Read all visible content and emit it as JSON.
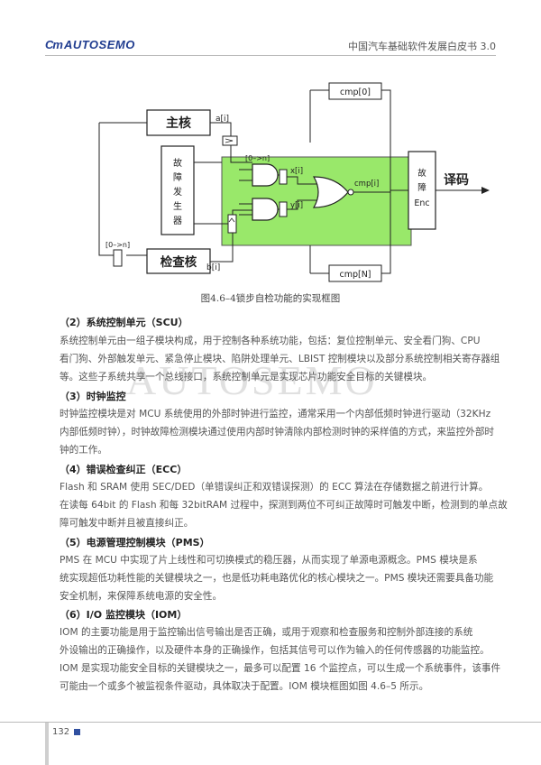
{
  "header": {
    "logo_mark": "Cm",
    "logo_text": "AUTOSEMO",
    "title": "中国汽车基础软件发展白皮书 3.0"
  },
  "figure": {
    "caption": "图4.6–4锁步自检功能的实现框图",
    "main_core": "主核",
    "check_core": "检查核",
    "fault_gen": [
      "故",
      "障",
      "发",
      "生",
      "器"
    ],
    "decoder_box": [
      "故",
      "障",
      "Enc"
    ],
    "decoder_label": "译码",
    "cmp0": "cmp[0]",
    "cmpN": "cmp[N]",
    "cmpi": "cmp[i]",
    "ai": "a[i]",
    "bi": "b[i]",
    "xi": "x[i]",
    "yi": "y[i]",
    "range1": "[0–>n]",
    "range2": "[0–>n]",
    "highlight_color": "#99e86a"
  },
  "watermark": "AUTOSEMO",
  "sections": [
    {
      "heading": "（2）系统控制单元（SCU）",
      "lines": [
        "系统控制单元由一组子模块构成，用于控制各种系统功能，包括：复位控制单元、安全看门狗、CPU",
        "看门狗、外部触发单元、紧急停止模块、陷阱处理单元、LBIST 控制模块以及部分系统控制相关寄存器组",
        "等。这些子系统共享一个总线接口，系统控制单元是实现芯片功能安全目标的关键模块。"
      ]
    },
    {
      "heading": "（3）时钟监控",
      "lines": [
        "时钟监控模块是对 MCU 系统使用的外部时钟进行监控，通常采用一个内部低频时钟进行驱动（32KHz",
        "内部低频时钟），时钟故障检测模块通过使用内部时钟清除内部检测时钟的采样值的方式，来监控外部时",
        "钟的工作。"
      ]
    },
    {
      "heading": "（4）错误检查纠正（ECC）",
      "lines": [
        "Flash 和 SRAM 使用 SEC/DED（单错误纠正和双错误探测）的 ECC 算法在存储数据之前进行计算。",
        "在读每 64bit 的 Flash 和每 32bitRAM 过程中，探测到两位不可纠正故障时可触发中断，检测到的单点故",
        "障可触发中断并且被直接纠正。"
      ]
    },
    {
      "heading": "（5）电源管理控制模块（PMS）",
      "lines": [
        "PMS 在 MCU 中实现了片上线性和可切换模式的稳压器，从而实现了单源电源概念。PMS 模块是系",
        "统实现超低功耗性能的关键模块之一，也是低功耗电路优化的核心模块之一。PMS 模块还需要具备功能",
        "安全机制，来保障系统电源的安全性。"
      ]
    },
    {
      "heading": "（6）I/O 监控模块（IOM）",
      "lines": [
        "IOM 的主要功能是用于监控输出信号输出是否正确，或用于观察和检查服务和控制外部连接的系统",
        "外设输出的正确操作，以及硬件本身的正确操作，包括其信号可以作为输入的任何传感器的功能监控。",
        "IOM 是实现功能安全目标的关键模块之一，最多可以配置 16 个监控点，可以生成一个系统事件，该事件",
        "可能由一个或多个被监视条件驱动，具体取决于配置。IOM 模块框图如图 4.6–5 所示。"
      ]
    }
  ],
  "footer": {
    "page": "132"
  }
}
